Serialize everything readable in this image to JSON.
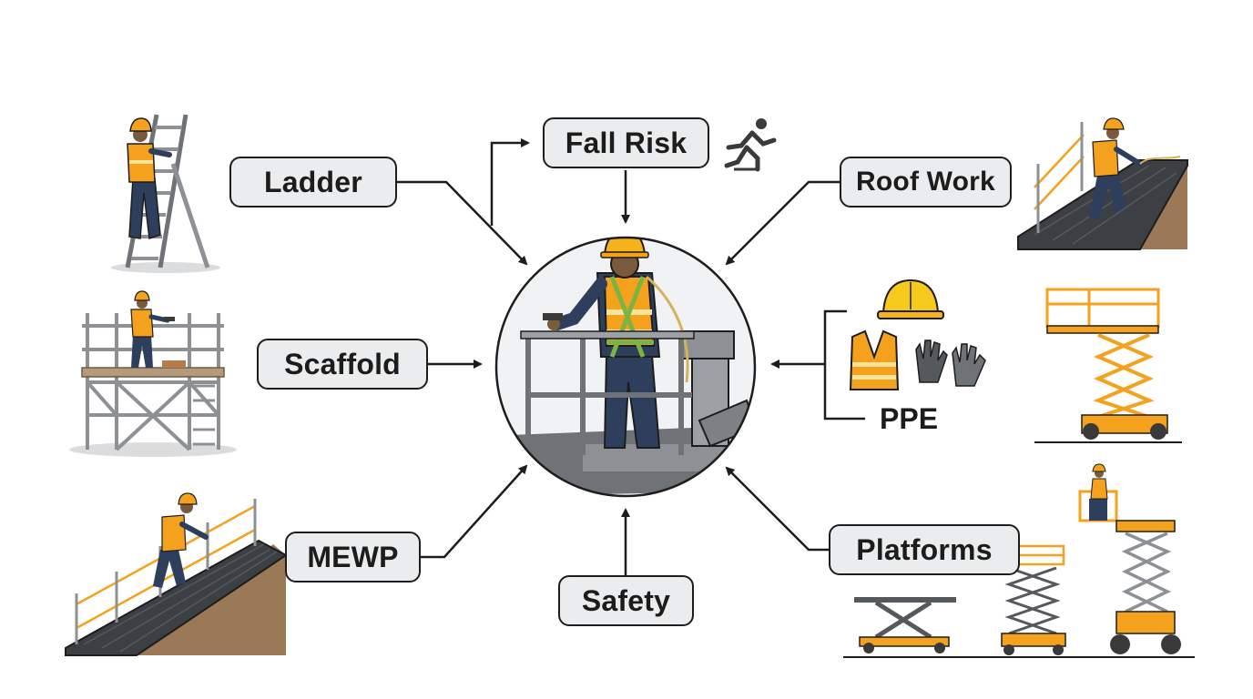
{
  "diagram": {
    "center": {
      "icon": "worker-in-mewp-basket"
    },
    "labels": {
      "fall_risk": "Fall Risk",
      "ladder": "Ladder",
      "roof_work": "Roof Work",
      "scaffold": "Scaffold",
      "ppe": "PPE",
      "mewp": "MEWP",
      "safety": "Safety",
      "platforms": "Platforms"
    },
    "icons": [
      "running-person-icon",
      "ladder-worker-icon",
      "roof-worker-icon",
      "scaffold-worker-icon",
      "hard-hat-icon",
      "hi-vis-vest-icon",
      "gloves-icon",
      "scissor-lift-icon",
      "roof-edge-worker-icon",
      "platform-lifts-icon"
    ],
    "colors": {
      "accent_orange": "#f4a21d",
      "outline": "#1d1d1d",
      "label_fill": "#ebeced",
      "steel": "#8d9196",
      "roof": "#9b7957"
    }
  }
}
